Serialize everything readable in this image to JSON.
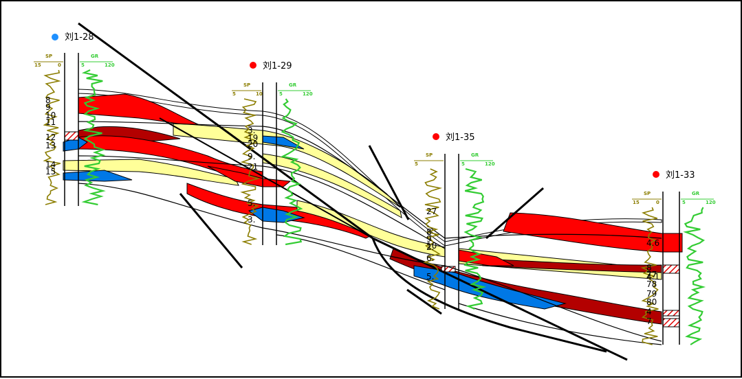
{
  "colors": {
    "oil": "#ff0000",
    "dark_oil": "#b30000",
    "water": "#0078e6",
    "dry": "#ffff99",
    "sp_curve": "#8b7d00",
    "gr_curve": "#33cc33",
    "fault": "#000000"
  },
  "wells": [
    {
      "name": "刘1-28",
      "marker_color": "#1e90ff",
      "sp_label": "SP",
      "gr_label": "GR",
      "sp_scale_left": "15",
      "sp_scale_right": "0",
      "gr_scale_left": "5",
      "gr_scale_right": "120",
      "layer_numbers": [
        "8",
        "9",
        "10",
        "11",
        "12",
        "13",
        "14",
        "15"
      ]
    },
    {
      "name": "刘1-29",
      "marker_color": "#ff0000",
      "sp_label": "SP",
      "gr_label": "GR",
      "sp_scale_left": "5",
      "sp_scale_right": "10",
      "gr_scale_left": "5",
      "gr_scale_right": "120",
      "layer_numbers": [
        "3.",
        "19",
        "20",
        "9.",
        "21",
        "5.",
        "3."
      ]
    },
    {
      "name": "刘1-35",
      "marker_color": "#ff0000",
      "sp_label": "SP",
      "gr_label": "GR",
      "sp_scale_left": "5",
      "sp_scale_right": "",
      "gr_scale_left": "5",
      "gr_scale_right": "120",
      "layer_numbers": [
        "27",
        "8",
        "9",
        "10",
        "2.",
        "6.",
        "5."
      ]
    },
    {
      "name": "刘1-33",
      "marker_color": "#ff0000",
      "sp_label": "SP",
      "gr_label": "GR",
      "sp_scale_left": "15",
      "sp_scale_right": "0",
      "gr_scale_left": "5",
      "gr_scale_right": "120",
      "layer_numbers": [
        "4.6",
        "8",
        "77",
        "78",
        "4.1",
        "79",
        "80",
        "4",
        "7"
      ]
    }
  ]
}
